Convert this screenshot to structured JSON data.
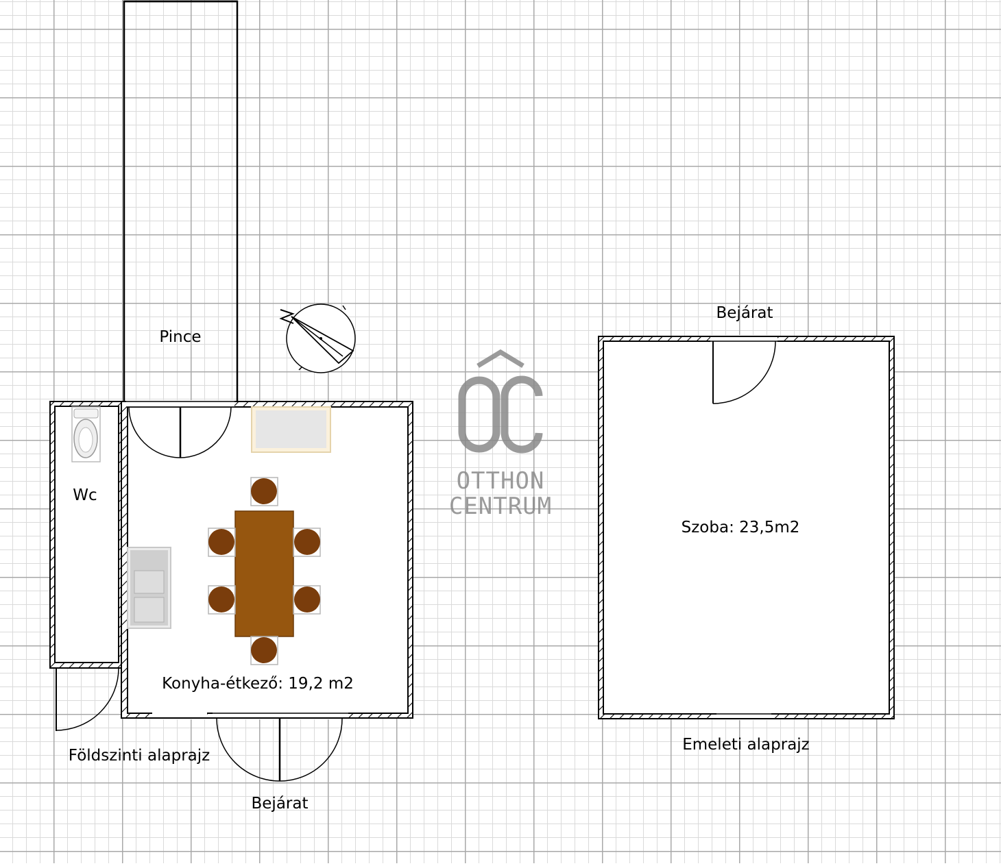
{
  "colors": {
    "wall": "#000000",
    "table": "#96560f",
    "chair": "#7a3d0c",
    "appliance": "#e6e6e6",
    "logo": "#8a8a8a"
  },
  "icons": {
    "compass": "north-arrow-icon",
    "toilet": "toilet-icon",
    "door": "door-swing-icon"
  },
  "ground_floor": {
    "title": "Földszinti alaprajz",
    "entrance": "Bejárat",
    "rooms": {
      "cellar": "Pince",
      "wc": "Wc",
      "kitchen": "Konyha-étkező: 19,2 m2"
    }
  },
  "upper_floor": {
    "title": "Emeleti alaprajz",
    "entrance": "Bejárat",
    "rooms": {
      "room": "Szoba: 23,5m2"
    }
  },
  "watermark": {
    "monogram": "OC",
    "line1": "OTTHON",
    "line2": "CENTRUM"
  }
}
